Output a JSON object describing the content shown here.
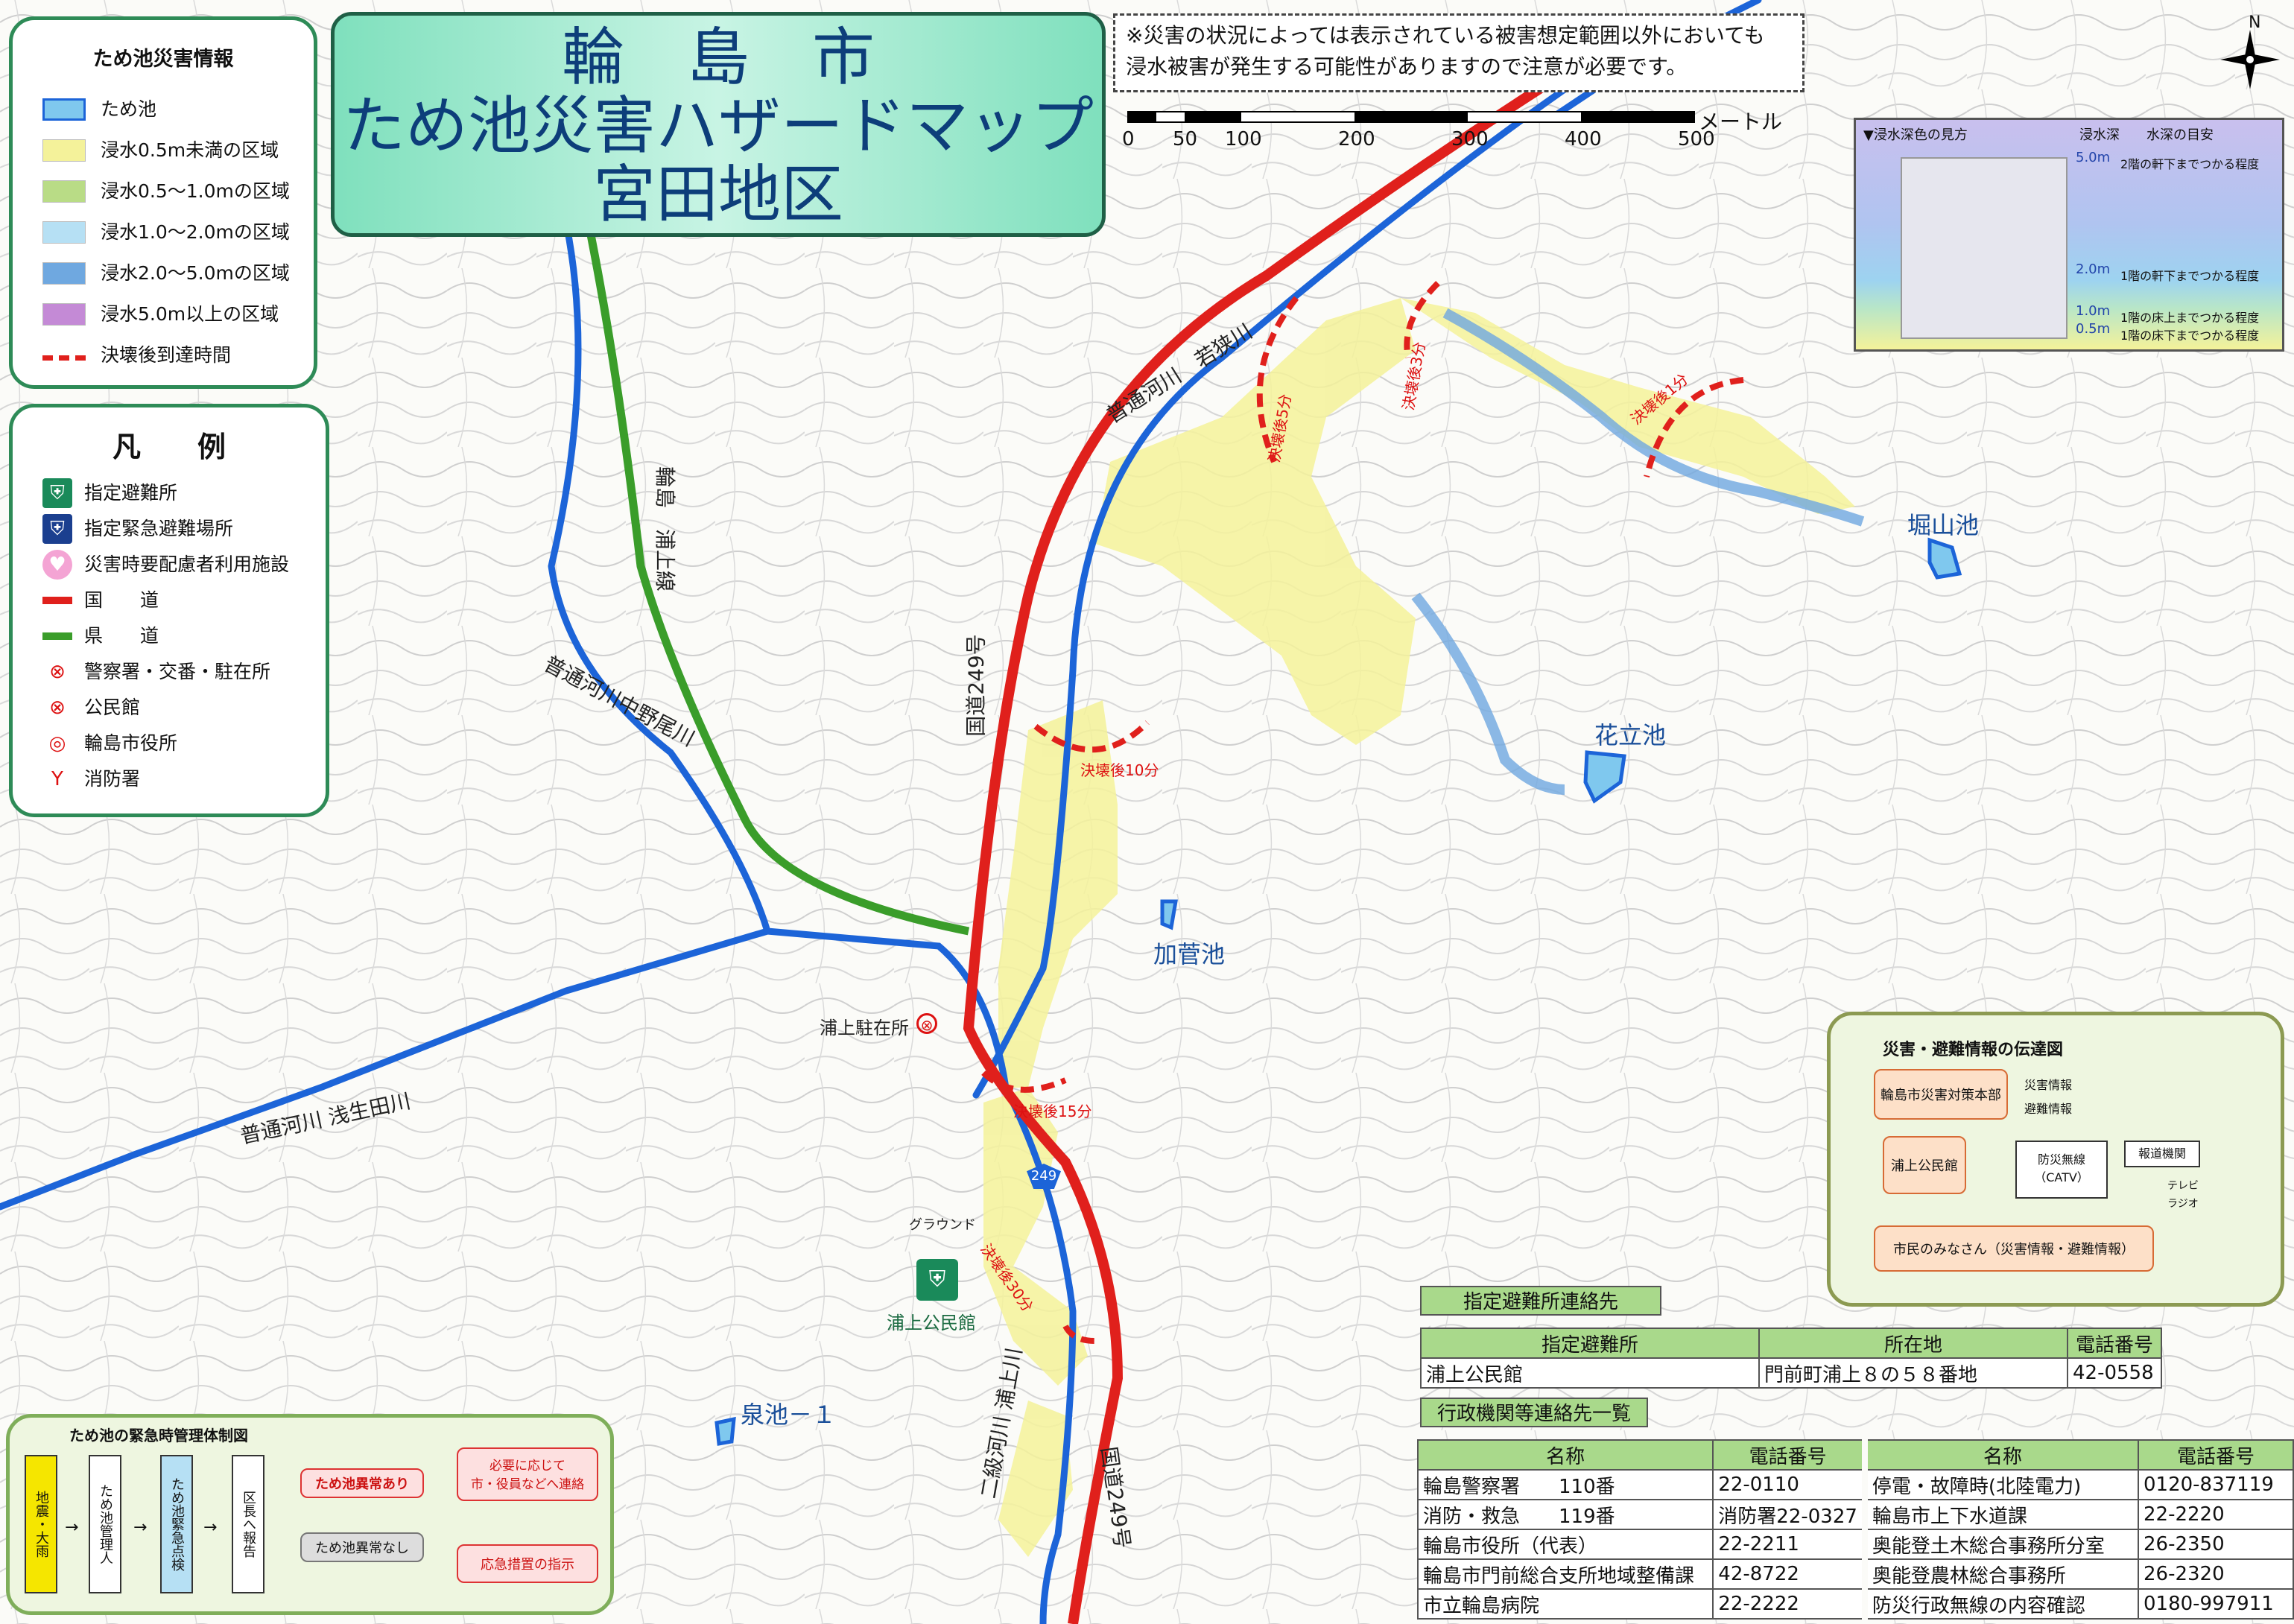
{
  "colors": {
    "national_road": "#e0201c",
    "prefectural_road": "#3a9d2a",
    "river": "#1c64d8",
    "flood_shallow": "#f4f29a",
    "pond_fill": "#7fc8ee",
    "evac_time": "#e0201c"
  },
  "title": {
    "line1": "輪　島　市",
    "line2": "ため池災害ハザードマップ",
    "line3": "宮田地区"
  },
  "notice": {
    "line1": "※災害の状況によっては表示されている被害想定範囲以外においても",
    "line2": "浸水被害が発生する可能性がありますので注意が必要です。"
  },
  "scale": {
    "unit": "メートル",
    "ticks": [
      "0",
      "50",
      "100",
      "200",
      "300",
      "400",
      "500"
    ]
  },
  "compass": "N",
  "hazard_legend": {
    "title": "ため池災害情報",
    "items": [
      {
        "label": "ため池",
        "color": "#7fc8ee"
      },
      {
        "label": "浸水0.5m未満の区域",
        "color": "#f4f29a"
      },
      {
        "label": "浸水0.5～1.0mの区域",
        "color": "#b9dc86"
      },
      {
        "label": "浸水1.0～2.0mの区域",
        "color": "#b6e0f4"
      },
      {
        "label": "浸水2.0～5.0mの区域",
        "color": "#6fa8e0"
      },
      {
        "label": "浸水5.0m以上の区域",
        "color": "#c48ad6"
      },
      {
        "label": "決壊後到達時間",
        "color": "#e0201c"
      }
    ]
  },
  "legend": {
    "title": "凡　　例",
    "items": [
      {
        "label": "指定避難所",
        "icon": "shelter-icon"
      },
      {
        "label": "指定緊急避難場所",
        "icon": "emergency-shelter-icon"
      },
      {
        "label": "災害時要配慮者利用施設",
        "icon": "care-facility-icon"
      },
      {
        "label": "国　　道",
        "icon": "national-road-line"
      },
      {
        "label": "県　　道",
        "icon": "prefectural-road-line"
      },
      {
        "label": "警察署・交番・駐在所",
        "icon": "police-icon",
        "glyph": "⊗"
      },
      {
        "label": "公民館",
        "icon": "community-hall-icon",
        "glyph": "⊗"
      },
      {
        "label": "輪島市役所",
        "icon": "city-hall-icon",
        "glyph": "◎"
      },
      {
        "label": "消防署",
        "icon": "fire-station-icon",
        "glyph": "Y"
      }
    ]
  },
  "depth_guide": {
    "headers": [
      "▼浸水深色の見方",
      "浸水深",
      "水深の目安"
    ],
    "levels": [
      {
        "depth": "5.0m",
        "note": "2階の軒下までつかる程度"
      },
      {
        "depth": "2.0m",
        "note": "1階の軒下までつかる程度"
      },
      {
        "depth": "1.0m",
        "note": "1階の床上までつかる程度"
      },
      {
        "depth": "0.5m",
        "note": "1階の床下までつかる程度"
      }
    ]
  },
  "map_labels": {
    "river_wakasa": "普通河川　若狭川",
    "road_249a": "国道249号",
    "river_nakanoo": "普通河川中野尾川",
    "river_asaoda": "普通河川 浅生田川",
    "pref_road": "輪島　浦上線",
    "road_249b": "国道249号",
    "river_urakami": "二級河川 浦上川",
    "police": "浦上駐在所",
    "hall": "浦上公民館",
    "route_no": "249",
    "ground": "グラウンド"
  },
  "ponds": [
    "堀山池",
    "花立池",
    "加菅池",
    "泉池－１"
  ],
  "arrival": [
    "決壊後3分",
    "決壊後5分",
    "決壊後1分",
    "決壊後10分",
    "決壊後15分",
    "決壊後30分"
  ],
  "comm_diagram": {
    "title": "災害・避難情報の伝達図",
    "hq": "輪島市災害対策本部",
    "info1": "災害情報",
    "info2": "避難情報",
    "hall": "浦上公民館",
    "radio": "防災無線",
    "catv": "（CATV）",
    "media": "報道機関",
    "tv": "テレビ",
    "radio2": "ラジオ",
    "citizens": "市民のみなさん（災害情報・避難情報）"
  },
  "shelter_table": {
    "title": "指定避難所連絡先",
    "headers": [
      "指定避難所",
      "所在地",
      "電話番号"
    ],
    "rows": [
      [
        "浦上公民館",
        "門前町浦上８の５８番地",
        "42-0558"
      ]
    ]
  },
  "agency_table": {
    "title": "行政機関等連絡先一覧",
    "headers": [
      "名称",
      "電話番号",
      "名称",
      "電話番号"
    ],
    "rows": [
      [
        "輪島警察署　　110番",
        "22-0110",
        "停電・故障時(北陸電力)",
        "0120-837119"
      ],
      [
        "消防・救急　　119番",
        "消防署22-0327",
        "輪島市上下水道課",
        "22-2220"
      ],
      [
        "輪島市役所（代表）",
        "22-2211",
        "奥能登土木総合事務所分室",
        "26-2350"
      ],
      [
        "輪島市門前総合支所地域整備課",
        "42-8722",
        "奥能登農林総合事務所",
        "26-2320"
      ],
      [
        "市立輪島病院",
        "22-2222",
        "防災行政無線の内容確認",
        "0180-997911"
      ]
    ]
  },
  "emergency_flow": {
    "title": "ため池の緊急時管理体制図",
    "s1": "地震・大雨",
    "s2": "ため池管理人",
    "s3": "ため池緊急点検",
    "s4": "区長へ報告",
    "abn": "ため池異常あり",
    "norm": "ため池異常なし",
    "a1a": "必要に応じて",
    "a1b": "市・役員などへ連絡",
    "a2": "応急措置の指示"
  }
}
